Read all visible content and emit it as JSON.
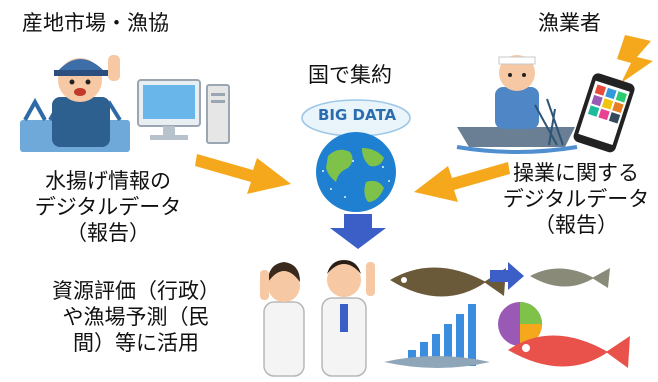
{
  "source": {
    "title": "産地市場・漁協",
    "caption_lines": [
      "水揚げ情報の",
      "デジタルデータ",
      "（報告）"
    ]
  },
  "fisher": {
    "title": "漁業者",
    "caption_lines": [
      "操業に関する",
      "デジタルデータ",
      "（報告）"
    ]
  },
  "center": {
    "title": "国で集約",
    "badge": "BIG DATA"
  },
  "usage": {
    "caption_lines": [
      "資源評価（行政）",
      "や漁場予測（民",
      "間）等に活用"
    ]
  },
  "colors": {
    "arrow_orange": "#f5a81c",
    "arrow_blue": "#3b5fc6",
    "globe_blue": "#1f7fd0",
    "globe_green": "#7ec24a",
    "badge_text": "#2b6db0"
  },
  "icons": {
    "market": "fish-market-worker-with-computer-icon",
    "fisher": "fisherman-with-smartphone-icon",
    "bigdata": "big-data-globe-icon",
    "researchers": "researchers-with-fish-and-charts-icon"
  }
}
